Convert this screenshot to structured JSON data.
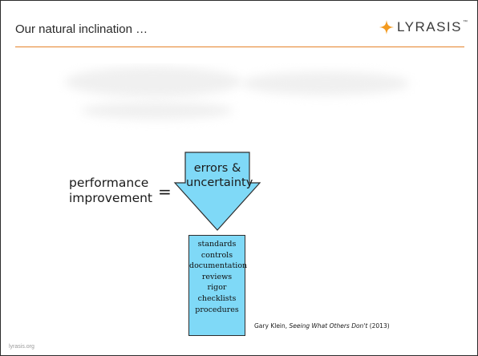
{
  "slide": {
    "title": "Our natural inclination …",
    "logo_text": "LYRASIS",
    "logo_mark": "™",
    "footer": "lyrasis.org"
  },
  "colors": {
    "accent_orange": "#e5832a",
    "logo_star": "#f39a1f",
    "arrow_fill": "#7fd9f7"
  },
  "figure": {
    "left_label": [
      "performance",
      "improvement"
    ],
    "operator": "=",
    "arrow_text": [
      "errors &",
      "uncertainty"
    ],
    "list_items": [
      "standards",
      "controls",
      "documentation",
      "reviews",
      "rigor",
      "checklists",
      "procedures"
    ],
    "citation_author": "Gary Klein, ",
    "citation_title": "Seeing What Others Don't",
    "citation_year": " (2013)"
  }
}
